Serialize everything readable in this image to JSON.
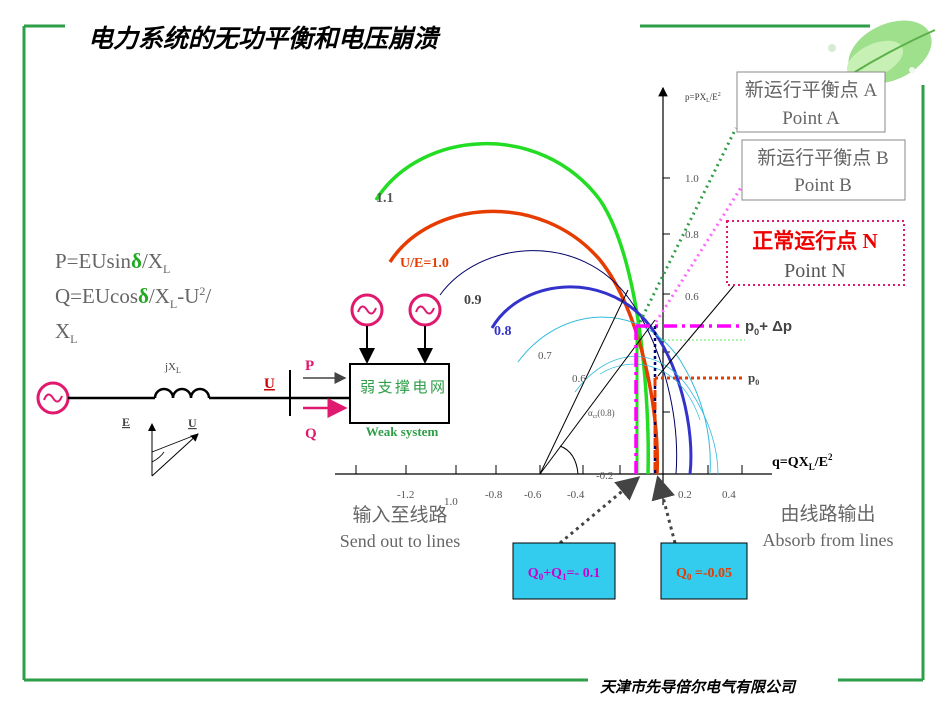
{
  "title": "电力系统的无功平衡和电压崩溃",
  "footer": "天津市先导倍尔电气有限公司",
  "formulas": {
    "p_line_a": "P=EUsin",
    "p_line_b": "/X",
    "p_line_sub": "L",
    "q_line_a": "Q=EUcos",
    "q_line_b": "/X",
    "q_line_sub": "L",
    "q_line_c": "-U",
    "q_line_sup": "2",
    "q_line_d": "/",
    "q_line2": "X",
    "q_line2_sub": "L",
    "delta": "δ"
  },
  "circuit": {
    "jxl": "jX",
    "jxl_sub": "L",
    "u_label": "U",
    "p_label": "P",
    "q_label": "Q",
    "e_label": "E",
    "u_phasor": "U",
    "weak_cn": "弱 支 撑 电 网",
    "weak_en": "Weak system"
  },
  "axes": {
    "y_label": "p=PX",
    "y_label_sub": "L",
    "y_label_tail": "/E",
    "y_label_sup": "2",
    "x_label": "q=QX",
    "x_label_sub": "L",
    "x_label_tail": "/E",
    "x_label_sup": "2",
    "x_ticks": [
      "-1.2",
      "1.0",
      "-0.8",
      "-0.6",
      "-0.4",
      "-0.2",
      "0.2",
      "0.4"
    ],
    "y_ticks": [
      "1.0",
      "0.8",
      "0.6"
    ]
  },
  "curves": {
    "c11": "1.1",
    "c10": "U/E=1.0",
    "c09": "0.9",
    "c08": "0.8",
    "c07": "0.7",
    "c06": "0.6",
    "alpha": "α",
    "alpha_sub": "cr",
    "alpha_tail": "(0.8)"
  },
  "colors": {
    "green": "#22dd22",
    "red": "#e63c00",
    "navy": "#000066",
    "blue": "#3333cc",
    "cyan": "#33bbdd",
    "magenta": "#ff00ff",
    "frame": "#2e9e48"
  },
  "annotations": {
    "point_a_cn": "新运行平衡点 A",
    "point_a_en": "Point A",
    "point_b_cn": "新运行平衡点 B",
    "point_b_en": "Point B",
    "point_n_cn": "正常运行点 N",
    "point_n_en": "Point N",
    "p0dp_a": "p",
    "p0dp_sub": "0",
    "p0dp_b": "+ Δp",
    "p0_a": "p",
    "p0_sub": "0",
    "send_cn": "输入至线路",
    "send_en": "Send out to lines",
    "absorb_cn": "由线路输出",
    "absorb_en": "Absorb from lines",
    "q0q1_a": "Q",
    "q0q1_sub1": "0",
    "q0q1_b": "+Q",
    "q0q1_sub2": "1",
    "q0q1_c": "=- 0.1",
    "q0_a": "Q",
    "q0_sub": "0",
    "q0_b": " =-0.05"
  }
}
